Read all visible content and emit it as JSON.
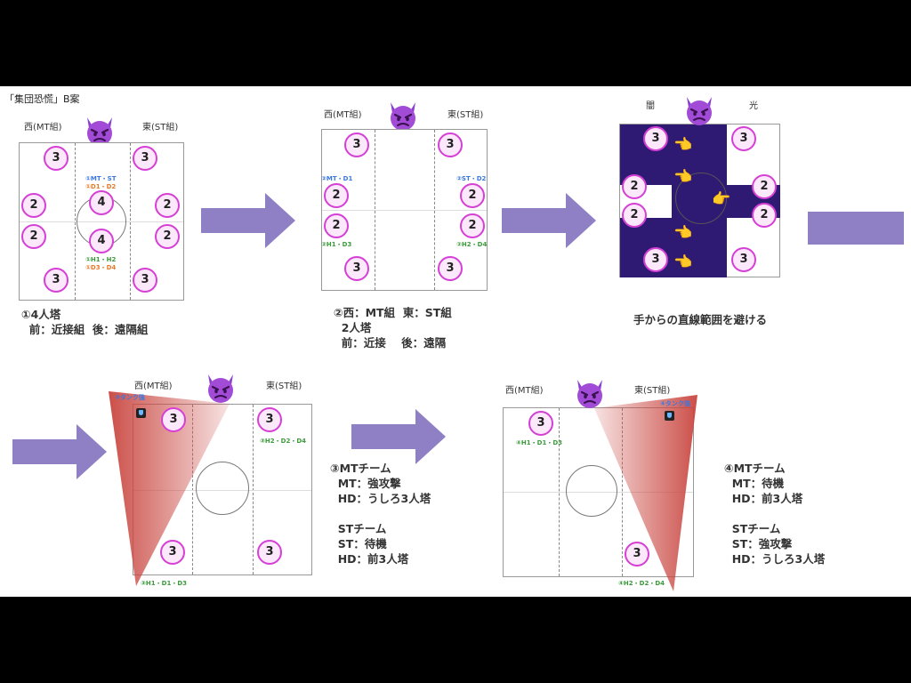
{
  "title": "「集団恐慌」B案",
  "labels": {
    "west_mt": "西(MT組)",
    "east_st": "東(ST組)",
    "dark": "闇",
    "light": "光"
  },
  "panel1": {
    "towers_outer": [
      "3",
      "3",
      "2",
      "2",
      "2",
      "2",
      "3",
      "3"
    ],
    "towers_center": [
      "4",
      "4"
    ],
    "assign": [
      "①MT・ST",
      "①D1・D2",
      "①H1・H2",
      "①D3・D4"
    ],
    "caption": "①4人塔\n  前：近接組  後：遠隔組"
  },
  "panel2": {
    "towers": [
      "3",
      "3",
      "2",
      "2",
      "2",
      "2",
      "3",
      "3"
    ],
    "assign": [
      "②MT・D1",
      "②ST・D2",
      "②H1・D3",
      "②H2・D4"
    ],
    "caption": "②西：MT組  東：ST組\n  2人塔\n  前：近接    後：遠隔"
  },
  "panel3": {
    "towers": [
      "3",
      "3",
      "2",
      "2",
      "2",
      "2",
      "3",
      "3"
    ],
    "caption": "手からの直線範囲を避ける"
  },
  "panel4": {
    "towers": [
      "3",
      "3",
      "3",
      "3"
    ],
    "tank_label": "③タンク強",
    "assign": [
      "③H2・D2・D4",
      "③H1・D1・D3"
    ],
    "caption": "③MTチーム\n  MT：強攻撃\n  HD：うしろ3人塔\n\n  STチーム\n  ST：待機\n  HD：前3人塔"
  },
  "panel5": {
    "towers": [
      "3",
      "3"
    ],
    "tank_label": "④タンク強",
    "assign": [
      "④H1・D1・D3",
      "④H2・D2・D4"
    ],
    "caption": "④MTチーム\n  MT：待機\n  HD：前3人塔\n\n  STチーム\n  ST：強攻撃\n  HD：うしろ3人塔"
  },
  "colors": {
    "tower_border": "#d63fd6",
    "arrow": "#8f7fc4",
    "dark_zone": "#2e1a73",
    "tank_cone": "#c9453f"
  },
  "icons": [
    "devil-icon",
    "hand-icon",
    "shield-icon",
    "arrow-right-icon"
  ]
}
